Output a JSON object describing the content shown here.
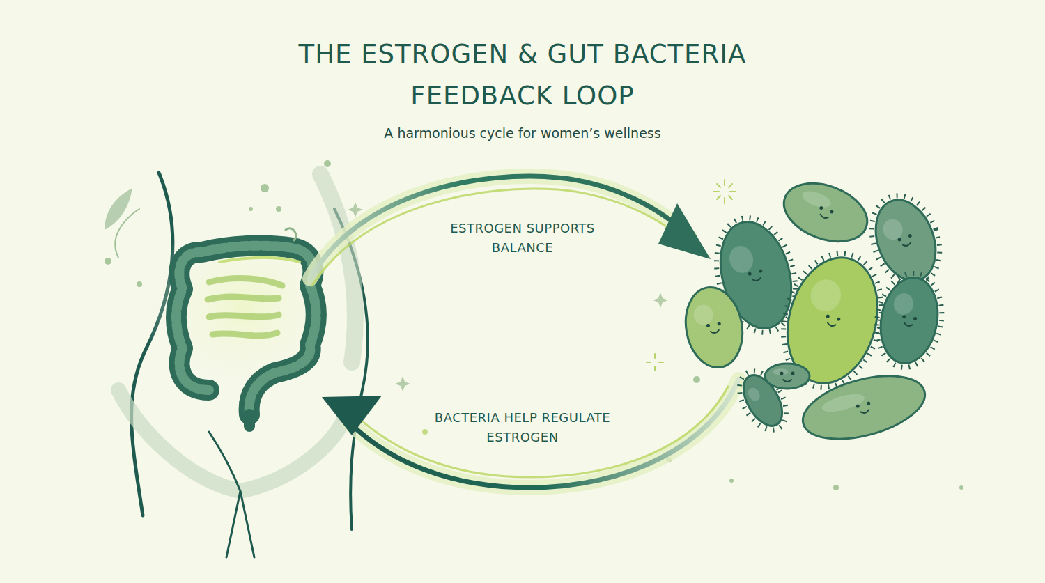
{
  "diagram": {
    "title": "THE ESTROGEN & GUT BACTERIA FEEDBACK LOOP",
    "caption": "A harmonious cycle for women’s wellness",
    "labels": [
      "ESTROGEN SUPPORTS BALANCE",
      "BACTERIA HELP REGULATE ESTROGEN"
    ]
  }
}
